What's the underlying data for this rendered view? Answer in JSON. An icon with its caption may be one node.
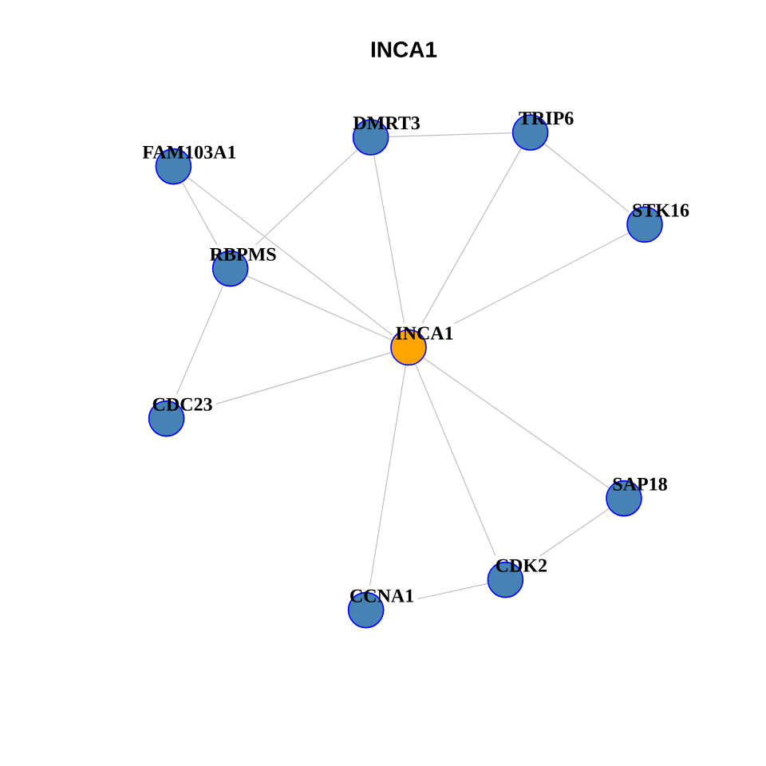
{
  "diagram": {
    "title": "INCA1",
    "nodes": [
      {
        "text": [
          "FAM103A1"
        ]
      },
      {
        "text": [
          "DMRT3"
        ]
      },
      {
        "text": [
          "TRIP6"
        ]
      },
      {
        "text": [
          "STK16"
        ]
      },
      {
        "text": [
          "RBPMS"
        ]
      },
      {
        "text": [
          "INCA1"
        ]
      },
      {
        "text": [
          "CDC23"
        ]
      },
      {
        "text": [
          "SAP18"
        ]
      },
      {
        "text": [
          "CDK2"
        ]
      },
      {
        "text": [
          "CCNA1"
        ]
      }
    ],
    "edges": [
      {
        "from": 0,
        "to": 4,
        "arrow": "none"
      },
      {
        "from": 0,
        "to": 5,
        "arrow": "none"
      },
      {
        "from": 1,
        "to": 4,
        "arrow": "none"
      },
      {
        "from": 1,
        "to": 2,
        "arrow": "none"
      },
      {
        "from": 1,
        "to": 5,
        "arrow": "none"
      },
      {
        "from": 2,
        "to": 3,
        "arrow": "none"
      },
      {
        "from": 2,
        "to": 5,
        "arrow": "none"
      },
      {
        "from": 3,
        "to": 5,
        "arrow": "none"
      },
      {
        "from": 4,
        "to": 5,
        "arrow": "none"
      },
      {
        "from": 4,
        "to": 6,
        "arrow": "none"
      },
      {
        "from": 6,
        "to": 5,
        "arrow": "none"
      },
      {
        "from": 5,
        "to": 7,
        "arrow": "none"
      },
      {
        "from": 5,
        "to": 8,
        "arrow": "none"
      },
      {
        "from": 5,
        "to": 9,
        "arrow": "none"
      },
      {
        "from": 7,
        "to": 8,
        "arrow": "none"
      },
      {
        "from": 8,
        "to": 9,
        "arrow": "none"
      }
    ]
  }
}
